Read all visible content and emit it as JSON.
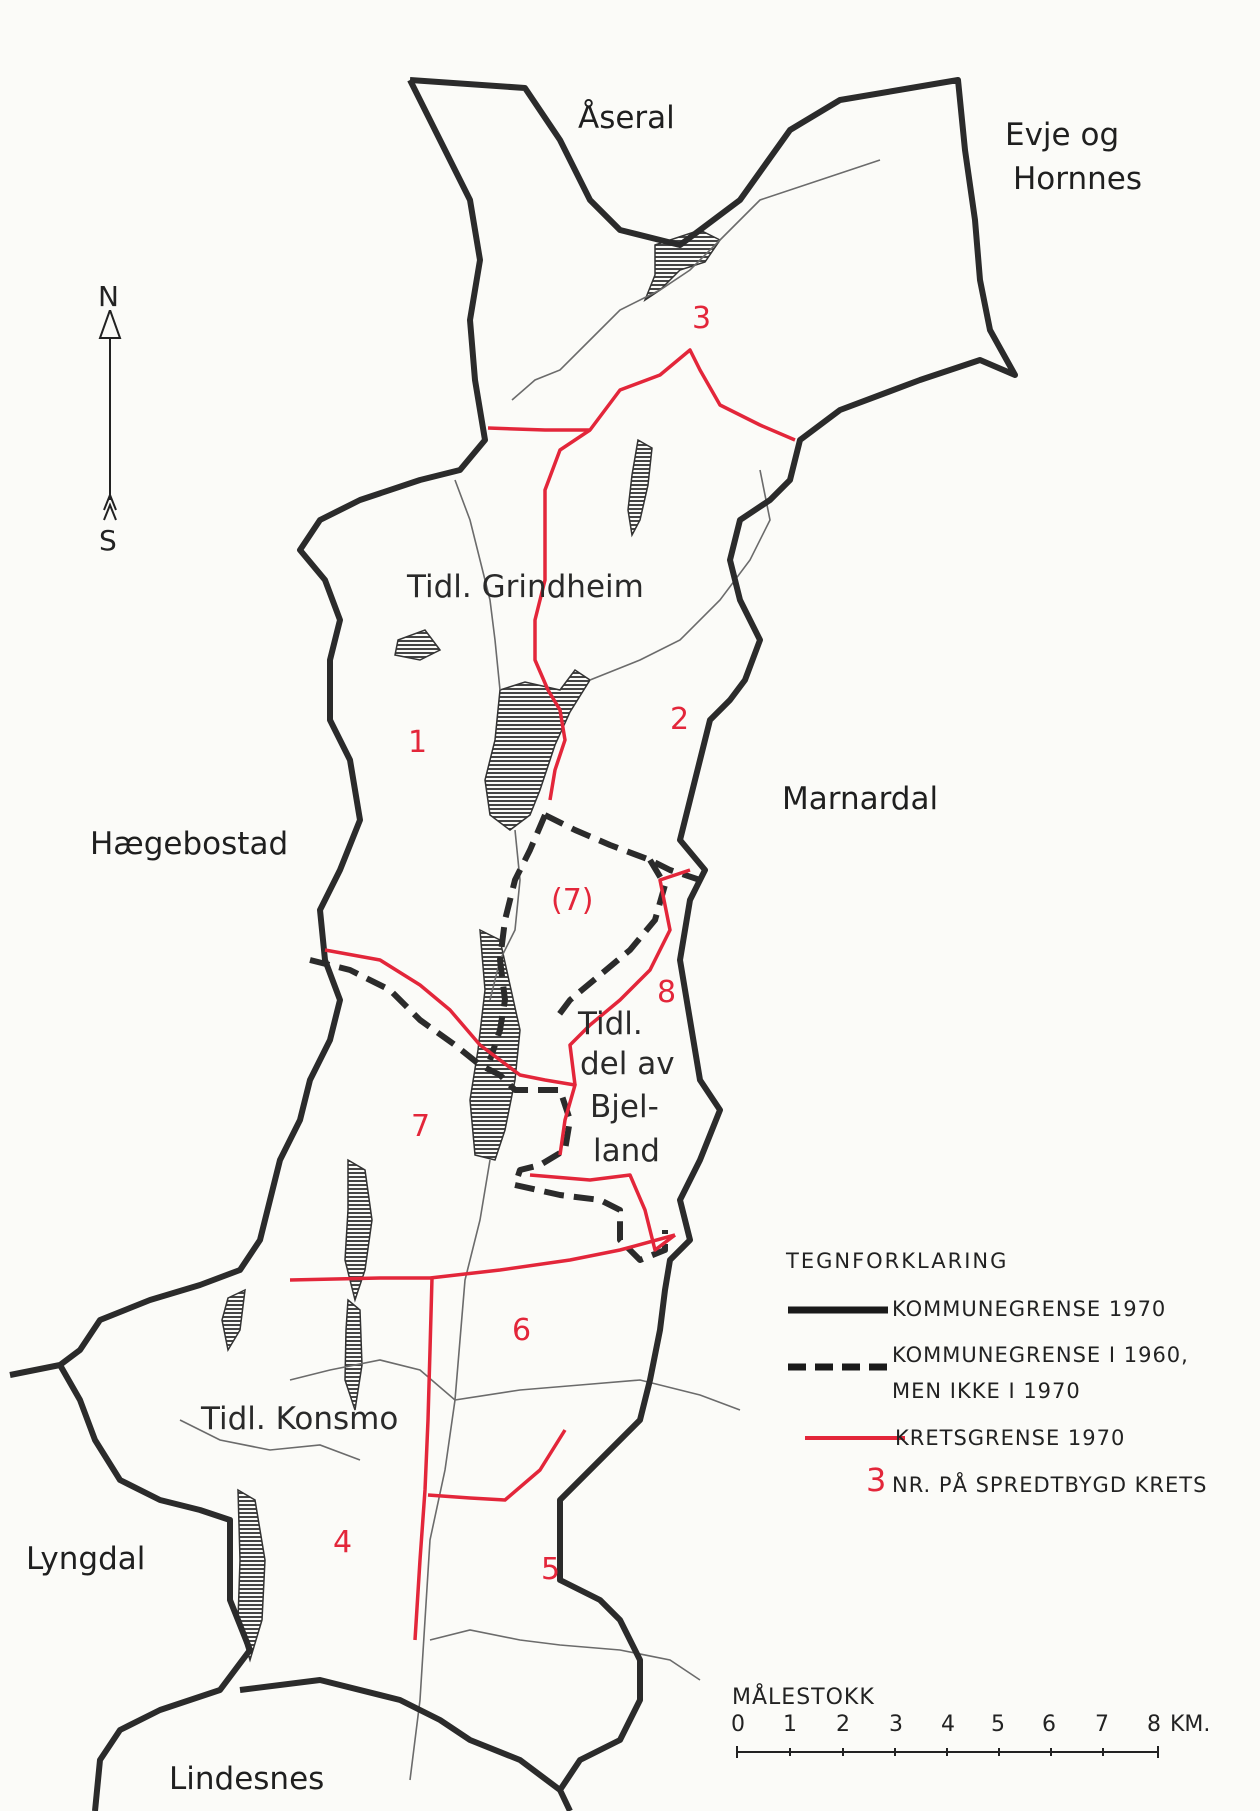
{
  "neighbours": {
    "aseral": "Åseral",
    "evje_line1": "Evje og",
    "evje_line2": "Hornnes",
    "haegebostad": "Hægebostad",
    "marnardal": "Marnardal",
    "lyngdal": "Lyngdal",
    "lindesnes": "Lindesnes"
  },
  "former_areas": {
    "grindheim": "Tidl. Grindheim",
    "konsmo": "Tidl. Konsmo",
    "bjelland_1": "Tidl.",
    "bjelland_2": "del av",
    "bjelland_3": "Bjel-",
    "bjelland_4": "land"
  },
  "krets_numbers": [
    "1",
    "2",
    "3",
    "4",
    "5",
    "6",
    "7",
    "8",
    "(7)"
  ],
  "compass": {
    "north": "N",
    "south": "S"
  },
  "legend": {
    "title": "TEGNFORKLARING",
    "items": [
      {
        "label": "KOMMUNEGRENSE 1970",
        "style": "solid-black"
      },
      {
        "label_line1": "KOMMUNEGRENSE I 1960,",
        "label_line2": "MEN IKKE I 1970",
        "style": "dashed-black"
      },
      {
        "label": "KRETSGRENSE 1970",
        "style": "solid-red"
      },
      {
        "symbol": "3",
        "label": "NR. PÅ SPREDTBYGD KRETS",
        "style": "red-number"
      }
    ]
  },
  "scale": {
    "title": "MÅLESTOKK",
    "ticks": [
      "0",
      "1",
      "2",
      "3",
      "4",
      "5",
      "6",
      "7",
      "8"
    ],
    "unit": "KM."
  },
  "colors": {
    "boundary": "#2b2b2b",
    "krets": "#e3263a",
    "water": "#5a5a5a",
    "river": "#6b6b6b",
    "paper": "#fbfbf8"
  }
}
